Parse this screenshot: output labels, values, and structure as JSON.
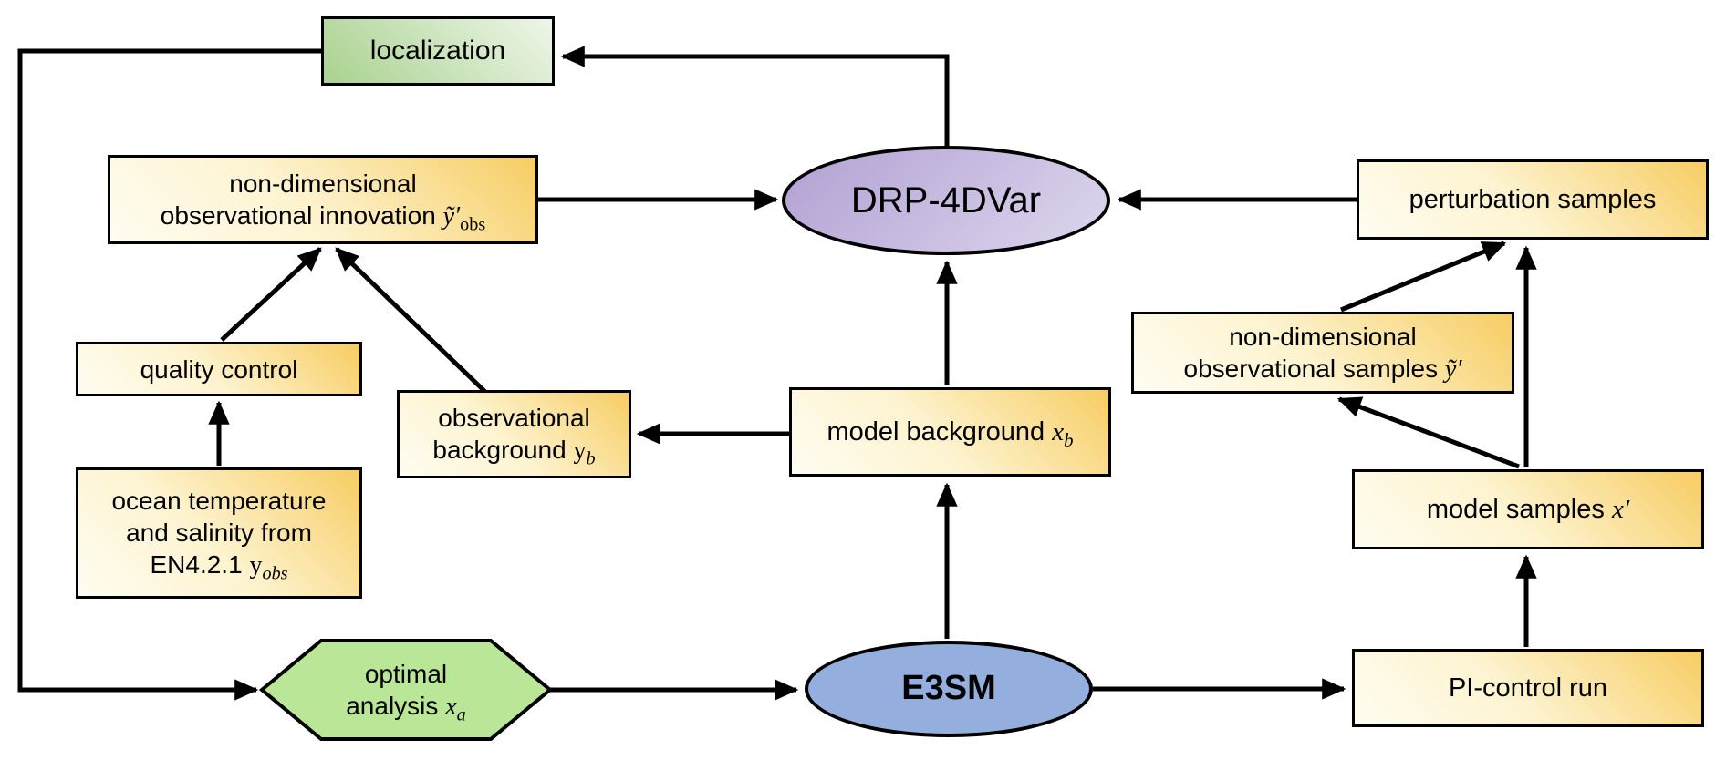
{
  "diagram": {
    "type": "flowchart",
    "nodes": {
      "localization": {
        "label": "localization"
      },
      "innovation": {
        "line1": "non-dimensional",
        "line2": "observational innovation",
        "math": "ỹ′",
        "sub": "obs"
      },
      "drp4dvar": {
        "label": "DRP-4DVar"
      },
      "perturbation_samples": {
        "label": "perturbation samples"
      },
      "quality_control": {
        "label": "quality control"
      },
      "observational_background": {
        "line1": "observational",
        "line2": "background",
        "math": "y",
        "sub": "b"
      },
      "model_background": {
        "label": "model background",
        "math": "x",
        "sub": "b"
      },
      "nd_observational_samples": {
        "line1": "non-dimensional",
        "line2": "observational samples",
        "math": "ỹ′"
      },
      "model_samples": {
        "label": "model samples",
        "math": "x′"
      },
      "ocean_obs": {
        "line1": "ocean temperature",
        "line2": "and salinity from",
        "line3": "EN4.2.1",
        "math": "y",
        "sub": "obs"
      },
      "optimal_analysis": {
        "line1": "optimal",
        "line2": "analysis",
        "math": "x",
        "sub": "a"
      },
      "e3sm": {
        "label": "E3SM"
      },
      "pi_control": {
        "label": "PI-control run"
      }
    },
    "edges": [
      {
        "from": "drp4dvar",
        "to": "localization"
      },
      {
        "from": "localization",
        "to": "optimal_analysis"
      },
      {
        "from": "innovation",
        "to": "drp4dvar"
      },
      {
        "from": "quality_control",
        "to": "innovation"
      },
      {
        "from": "observational_background",
        "to": "innovation"
      },
      {
        "from": "ocean_obs",
        "to": "quality_control"
      },
      {
        "from": "model_background",
        "to": "observational_background"
      },
      {
        "from": "model_background",
        "to": "drp4dvar"
      },
      {
        "from": "e3sm",
        "to": "model_background"
      },
      {
        "from": "optimal_analysis",
        "to": "e3sm"
      },
      {
        "from": "e3sm",
        "to": "pi_control"
      },
      {
        "from": "pi_control",
        "to": "model_samples"
      },
      {
        "from": "model_samples",
        "to": "nd_observational_samples"
      },
      {
        "from": "model_samples",
        "to": "perturbation_samples"
      },
      {
        "from": "nd_observational_samples",
        "to": "perturbation_samples"
      },
      {
        "from": "perturbation_samples",
        "to": "drp4dvar"
      }
    ],
    "colors": {
      "box_yellow_light": "#fffdf2",
      "box_yellow_dark": "#f7cd63",
      "localization_green_dark": "#a9d28f",
      "localization_green_light": "#eef5e9",
      "drp_purple_dark": "#b1a0d2",
      "drp_purple_light": "#ded7ee",
      "e3sm_blue": "#94afde",
      "hexagon_green": "#b9e797",
      "line_black": "#000000"
    }
  }
}
